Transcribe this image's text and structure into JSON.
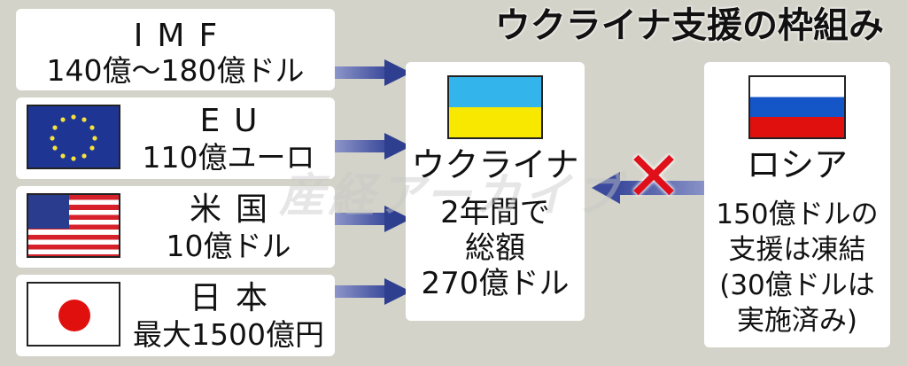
{
  "title": "ウクライナ支援の枠組み",
  "donors": [
    {
      "name": "IMF",
      "amount": "140億〜180億ドル",
      "flag": "none"
    },
    {
      "name": "EU",
      "amount": "110億ユーロ",
      "flag": "eu-flag"
    },
    {
      "name": "米国",
      "amount": "10億ドル",
      "flag": "us-flag"
    },
    {
      "name": "日本",
      "amount": "最大1500億円",
      "flag": "japan-flag"
    }
  ],
  "recipient": {
    "name": "ウクライナ",
    "line1": "2年間で",
    "line2": "総額",
    "line3": "270億ドル",
    "flag": "ukraine-flag"
  },
  "russia": {
    "name": "ロシア",
    "line1": "150億ドルの",
    "line2": "支援は凍結",
    "line3": "(30億ドルは",
    "line4": "実施済み)",
    "flag": "russia-flag"
  },
  "blocked_mark": "✕",
  "watermark": "産経アーカイブ",
  "colors": {
    "background": "#d4d3c9",
    "arrow": "#2f3f8f",
    "cross": "#e0101a",
    "ukraine_blue": "#33b5ec",
    "ukraine_yellow": "#f8e800",
    "russia_blue": "#1455c8",
    "russia_red": "#e0100f",
    "eu_blue": "#1e3594",
    "japan_red": "#e0100f"
  }
}
